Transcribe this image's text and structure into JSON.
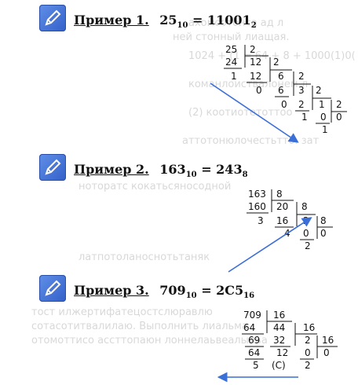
{
  "examples": [
    {
      "label": "Пример 1.",
      "decimal": "25",
      "base_from": "10",
      "result": "11001",
      "base_to": "2",
      "division": [
        "25",
        "2",
        "24",
        "12",
        "2",
        "1",
        "12",
        "6",
        "2",
        "0",
        "6",
        "3",
        "2",
        "0",
        "2",
        "1",
        "2",
        "1",
        "0",
        "0",
        "1"
      ]
    },
    {
      "label": "Пример 2.",
      "decimal": "163",
      "base_from": "10",
      "result": "243",
      "base_to": "8",
      "division": [
        "163",
        "8",
        "160",
        "20",
        "8",
        "3",
        "16",
        "2",
        "8",
        "4",
        "0",
        "0",
        "2"
      ]
    },
    {
      "label": "Пример 3.",
      "decimal": "709",
      "base_from": "10",
      "result": "2C5",
      "base_to": "16",
      "division": [
        "709",
        "16",
        "64",
        "44",
        "16",
        "69",
        "32",
        "2",
        "16",
        "64",
        "12",
        "0",
        "0",
        "5",
        "(C)",
        "2"
      ]
    }
  ],
  "icon": "pencil-icon",
  "colors": {
    "icon": "#3d6fd6",
    "arrow": "#3a6fd8"
  }
}
